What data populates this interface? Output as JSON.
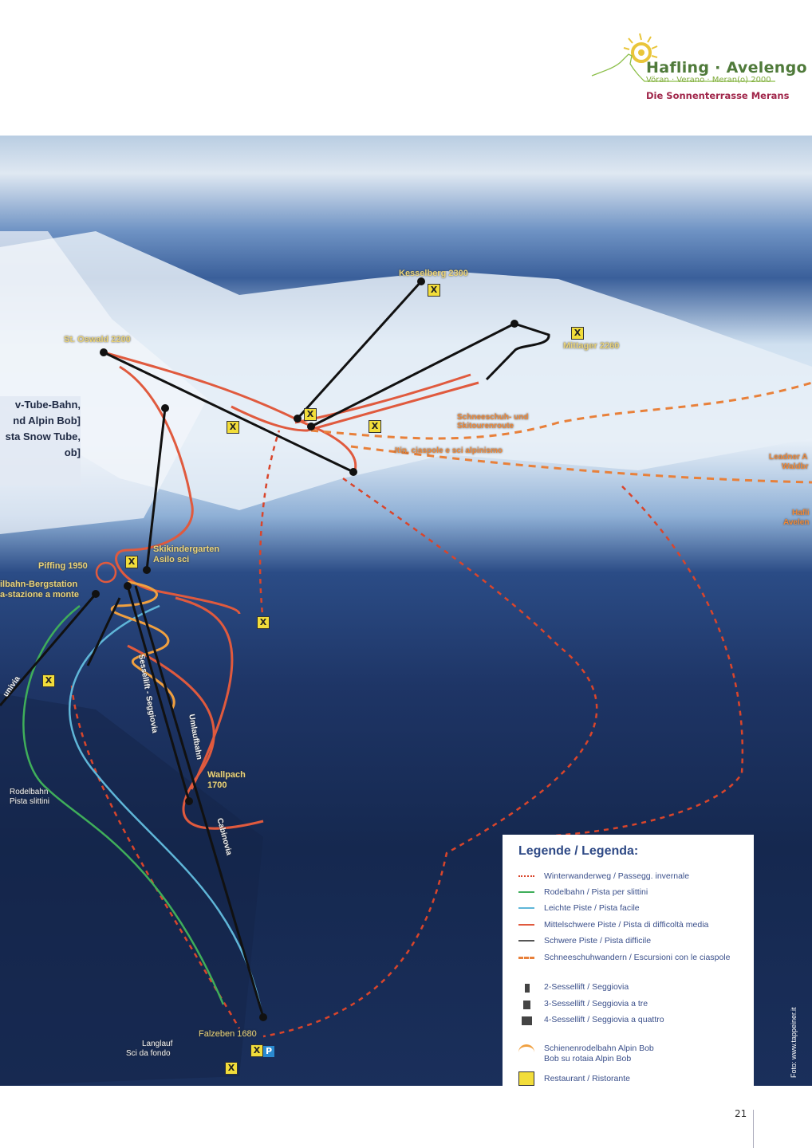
{
  "logo": {
    "title": "Hafling · Avelengo",
    "subtitle": "Vöran · Verano · Meran(o) 2000",
    "tagline": "Die Sonnenterrasse Merans"
  },
  "map": {
    "labels": {
      "kesselberg": "Kesselberg 2300",
      "st_oswald": "St. Oswald 2200",
      "mittager": "Mittager 2260",
      "schneeschuh_de": "Schneeschuh- und",
      "schneeschuh_de2": "Skitourenroute",
      "schneeschuh_it": "Itin. ciaspole e sci alpinismo",
      "leadner1": "Leadner A",
      "leadner2": "Waldbr",
      "hafling1": "Hafli",
      "hafling2": "Avelen",
      "skikindergarten": "Skikindergarten",
      "asilo": "Asilo sci",
      "piffing": "Piffing 1950",
      "bergstation_de": "ilbahn-Bergstation",
      "bergstation_it": "a-stazione a monte",
      "sessellift": "Sessellift - Seggiovia",
      "umlaufbahn": "Umlaufbahn",
      "cabinovia": "Cabinovia",
      "funivia": "univia",
      "wallpach1": "Wallpach",
      "wallpach2": "1700",
      "rodelbahn1": "Rodelbahn",
      "rodelbahn2": "Pista slittini",
      "falzeben": "Falzeben 1680",
      "langlauf1": "Langlauf",
      "langlauf2": "Sci da fondo",
      "parking": "P",
      "restaurant_mark": "X"
    },
    "tube_box": [
      "v-Tube-Bahn,",
      "nd Alpin Bob]",
      "sta Snow Tube,",
      "ob]"
    ]
  },
  "legend": {
    "title": "Legende / Legenda:",
    "items": [
      {
        "label": "Winterwanderweg / Passegg. invernale",
        "icon": "red-dotted-line",
        "color": "#d9452b"
      },
      {
        "label": "Rodelbahn / Pista per slittini",
        "icon": "green-line",
        "color": "#3fae5a"
      },
      {
        "label": "Leichte Piste / Pista facile",
        "icon": "blue-line",
        "color": "#5fb6d8"
      },
      {
        "label": "Mittelschwere Piste / Pista di difficoltà media",
        "icon": "red-line",
        "color": "#e05a3e"
      },
      {
        "label": "Schwere Piste / Pista difficile",
        "icon": "black-line",
        "color": "#555555"
      },
      {
        "label": "Schneeschuhwandern / Escursioni con le ciaspole",
        "icon": "orange-dashed-line",
        "color": "#e8803a"
      },
      {
        "label": "2-Sessellift / Seggiovia",
        "icon": "chairlift-2-icon"
      },
      {
        "label": "3-Sessellift / Seggiovia a tre",
        "icon": "chairlift-3-icon"
      },
      {
        "label": "4-Sessellift / Seggiovia a quattro",
        "icon": "chairlift-4-icon"
      },
      {
        "label": "Schienenrodelbahn Alpin Bob",
        "label2": "Bob su rotaia Alpin Bob",
        "icon": "alpine-coaster-icon",
        "color": "#f0a040"
      },
      {
        "label": "Restaurant / Ristorante",
        "icon": "restaurant-icon"
      }
    ]
  },
  "credit": "Foto: www.tappeiner.it",
  "page_number": "21"
}
